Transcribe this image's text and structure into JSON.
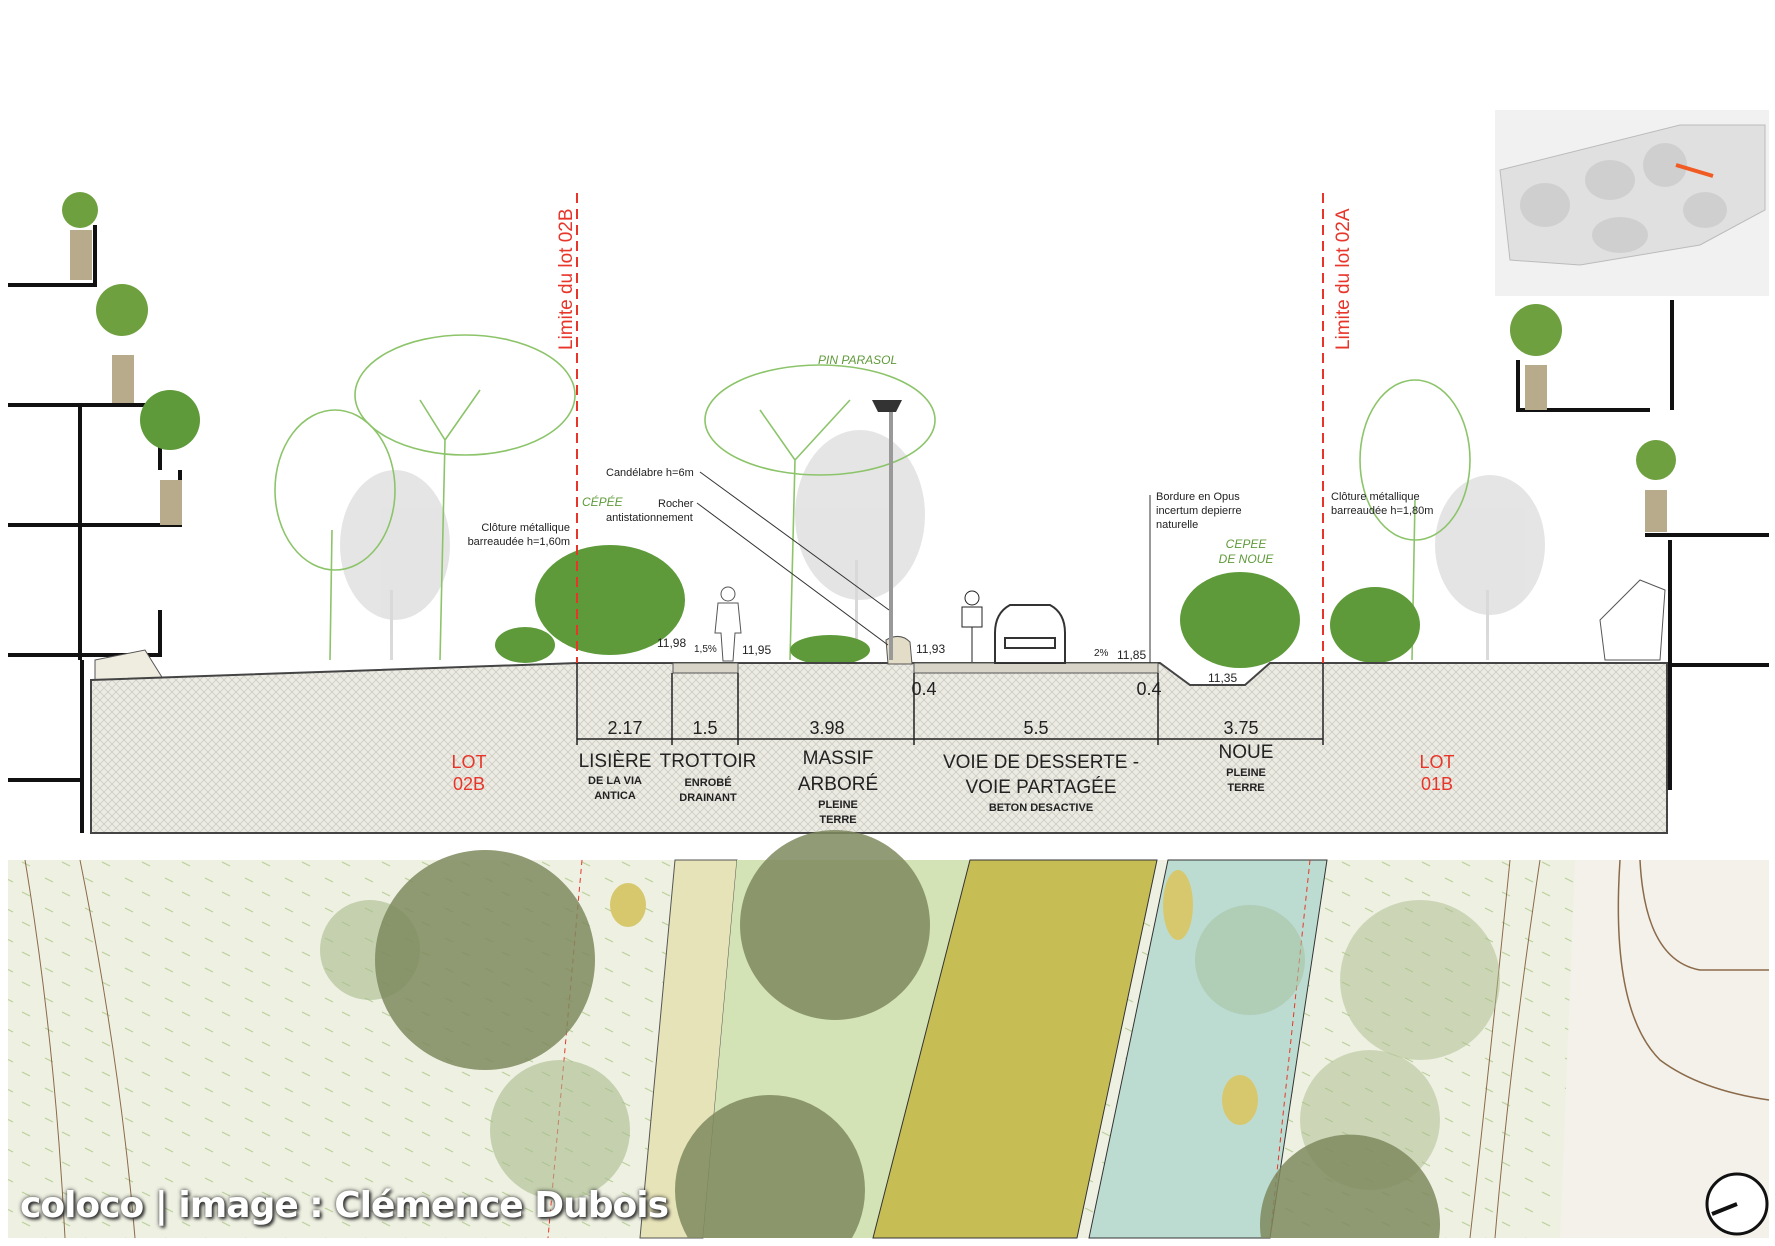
{
  "section": {
    "limits": [
      "Limite du lot 02B",
      "Limite du lot 02A"
    ],
    "annotations": {
      "pin_parasol": "PIN PARASOL",
      "candelabre": "Candélabre h=6m",
      "rocher_1": "Rocher",
      "rocher_2": "antistationnement",
      "cloture_left_1": "Clôture métallique",
      "cloture_left_2": "barreaudée h=1,60m",
      "cepee": "CÉPÉE",
      "bordure_1": "Bordure en Opus",
      "bordure_2": "incertum depierre",
      "bordure_3": "naturelle",
      "cepee_noue_1": "CEPEE",
      "cepee_noue_2": "DE NOUE",
      "cloture_right_1": "Clôture métallique",
      "cloture_right_2": "barreaudée h=1,80m"
    },
    "elevations": [
      "11,98",
      "1,5%",
      "11,95",
      "11,93",
      "2%",
      "11,85",
      "11,35"
    ],
    "curb_widths": [
      "0.4",
      "0.4"
    ],
    "dimensions": [
      "2.17",
      "1.5",
      "3.98",
      "5.5",
      "3.75"
    ],
    "zones": [
      {
        "title": [
          "LISIÈRE"
        ],
        "sub": [
          "DE LA VIA",
          "ANTICA"
        ]
      },
      {
        "title": [
          "TROTTOIR"
        ],
        "sub": [
          "ENROBÉ",
          "DRAINANT"
        ]
      },
      {
        "title": [
          "MASSIF",
          "ARBORÉ"
        ],
        "sub": [
          "PLEINE",
          "TERRE"
        ]
      },
      {
        "title": [
          "VOIE DE DESSERTE -",
          "VOIE PARTAGÉE"
        ],
        "sub": [
          "BETON DESACTIVE"
        ]
      },
      {
        "title": [
          "NOUE"
        ],
        "sub": [
          "PLEINE",
          "TERRE"
        ]
      }
    ],
    "lots": [
      [
        "LOT",
        "02B"
      ],
      [
        "LOT",
        "01B"
      ]
    ]
  },
  "credit": "coloco | image : Clémence Dubois",
  "colors": {
    "limit": "#e8352a",
    "road": "#c7bd55",
    "noue": "#bcdcd2",
    "tree_dark": "#7e8a5e",
    "tree_light": "#6fa040"
  }
}
